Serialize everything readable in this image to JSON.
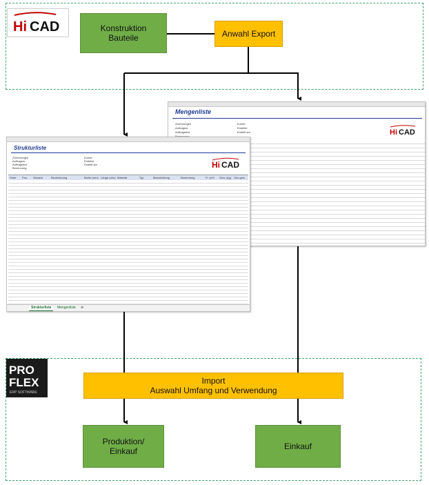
{
  "hicad_logo": {
    "text_hi": "Hi",
    "text_cad": "CAD"
  },
  "proflex_logo": {
    "line1": "PRO",
    "line2": "FLEX",
    "tagline": "ERP SOFTWARE"
  },
  "nodes": {
    "konstruktion": "Konstruktion\nBauteile",
    "anwahl_export": "Anwahl Export",
    "import": "Import\nAuswahl Umfang und Verwendung",
    "produktion": "Produktion/\nEinkauf",
    "einkauf": "Einkauf"
  },
  "sheet_mengenliste": {
    "title": "Mengenliste",
    "fields": [
      "Zeichnungen",
      "Auftragsnr.",
      "Auftragstext",
      "Benennung"
    ],
    "field_values": [
      "Kunde",
      "Ersteller",
      "Erstellt am"
    ]
  },
  "sheet_strukturliste": {
    "title": "Strukturliste",
    "fields": [
      "Zeichnungen",
      "Auftragsnr.",
      "Auftragstext",
      "Benennung"
    ],
    "field_values": [
      "Kunde",
      "Ersteller",
      "Erstellt am"
    ],
    "headers": [
      "Stufe",
      "Pos.",
      "Gesamt",
      "Bezeichnung",
      "Breite (mm)",
      "Länge (mm)",
      "Material",
      "Typ",
      "Beschichtung",
      "Benennung",
      "Fl. (m²)",
      "Gew. (kg)",
      "Ges.gew."
    ],
    "tabs": [
      "Strukturliste",
      "Mengenliste"
    ]
  },
  "colors": {
    "green": "#70ad47",
    "yellow": "#ffc000",
    "dashed": "#3aa36a",
    "arrow": "#000000"
  }
}
